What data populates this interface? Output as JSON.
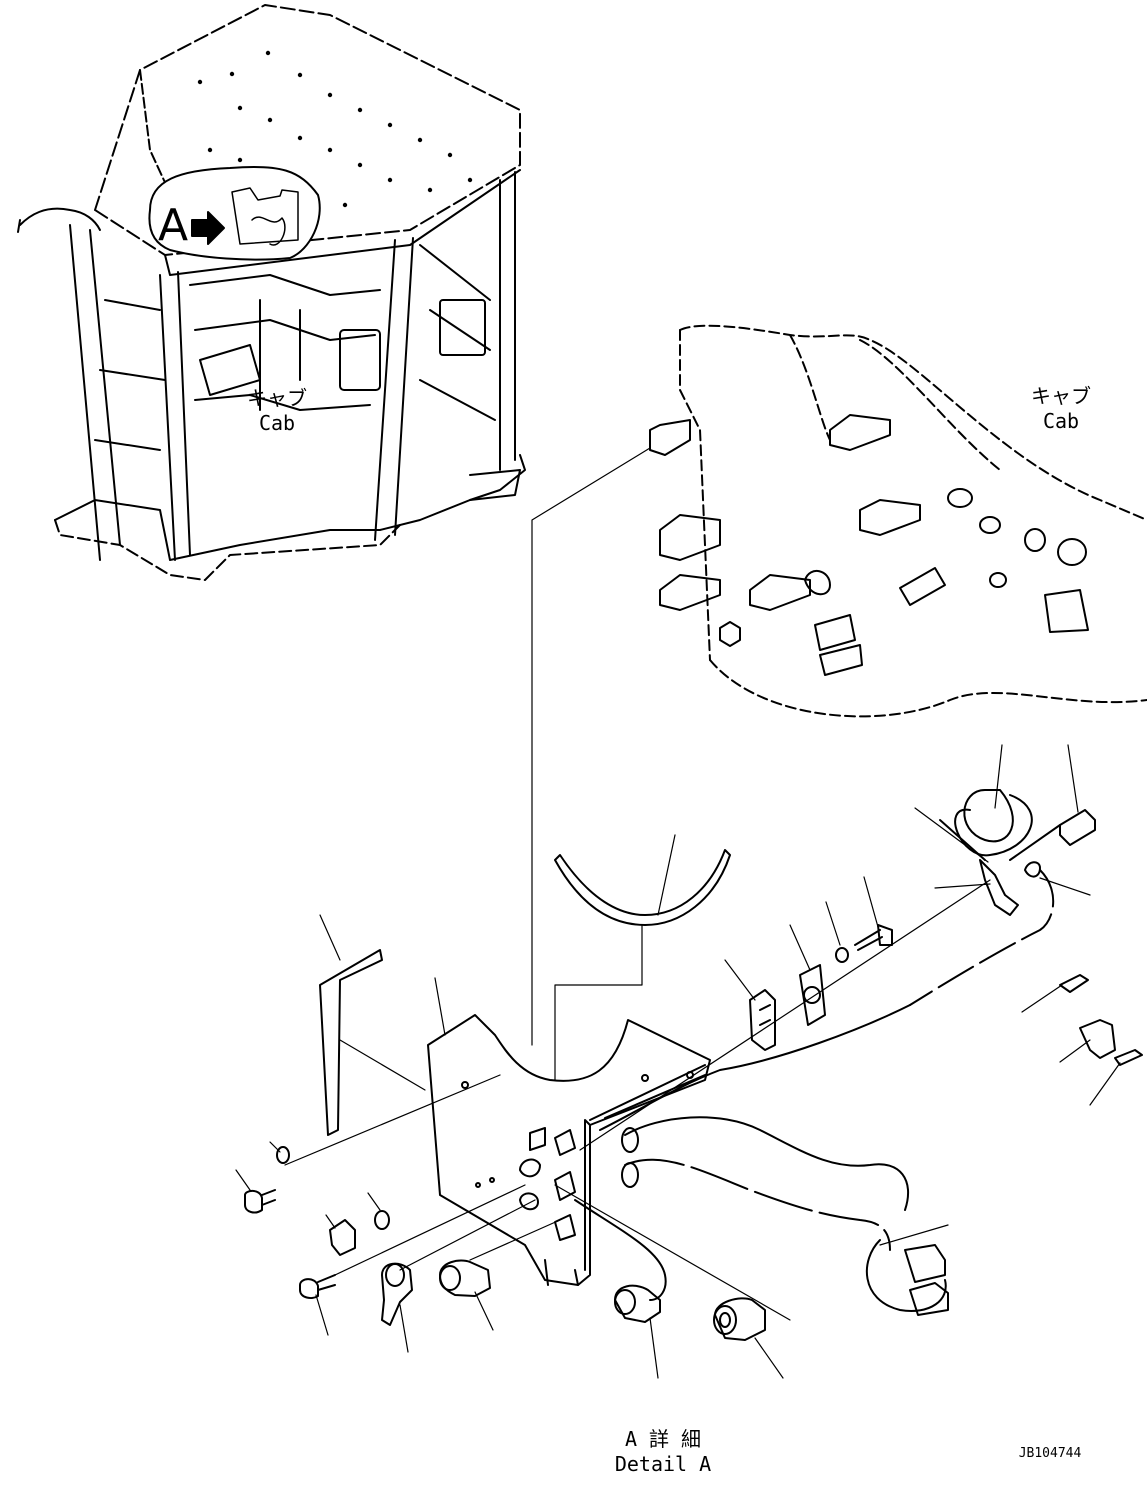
{
  "labels": {
    "cab_left_jp": "キャブ",
    "cab_left_en": "Cab",
    "cab_right_jp": "キャブ",
    "cab_right_en": "Cab",
    "callout_letter": "A",
    "detail_jp": "A 詳 細",
    "detail_en": "Detail A",
    "drawing_code": "JB104744"
  }
}
